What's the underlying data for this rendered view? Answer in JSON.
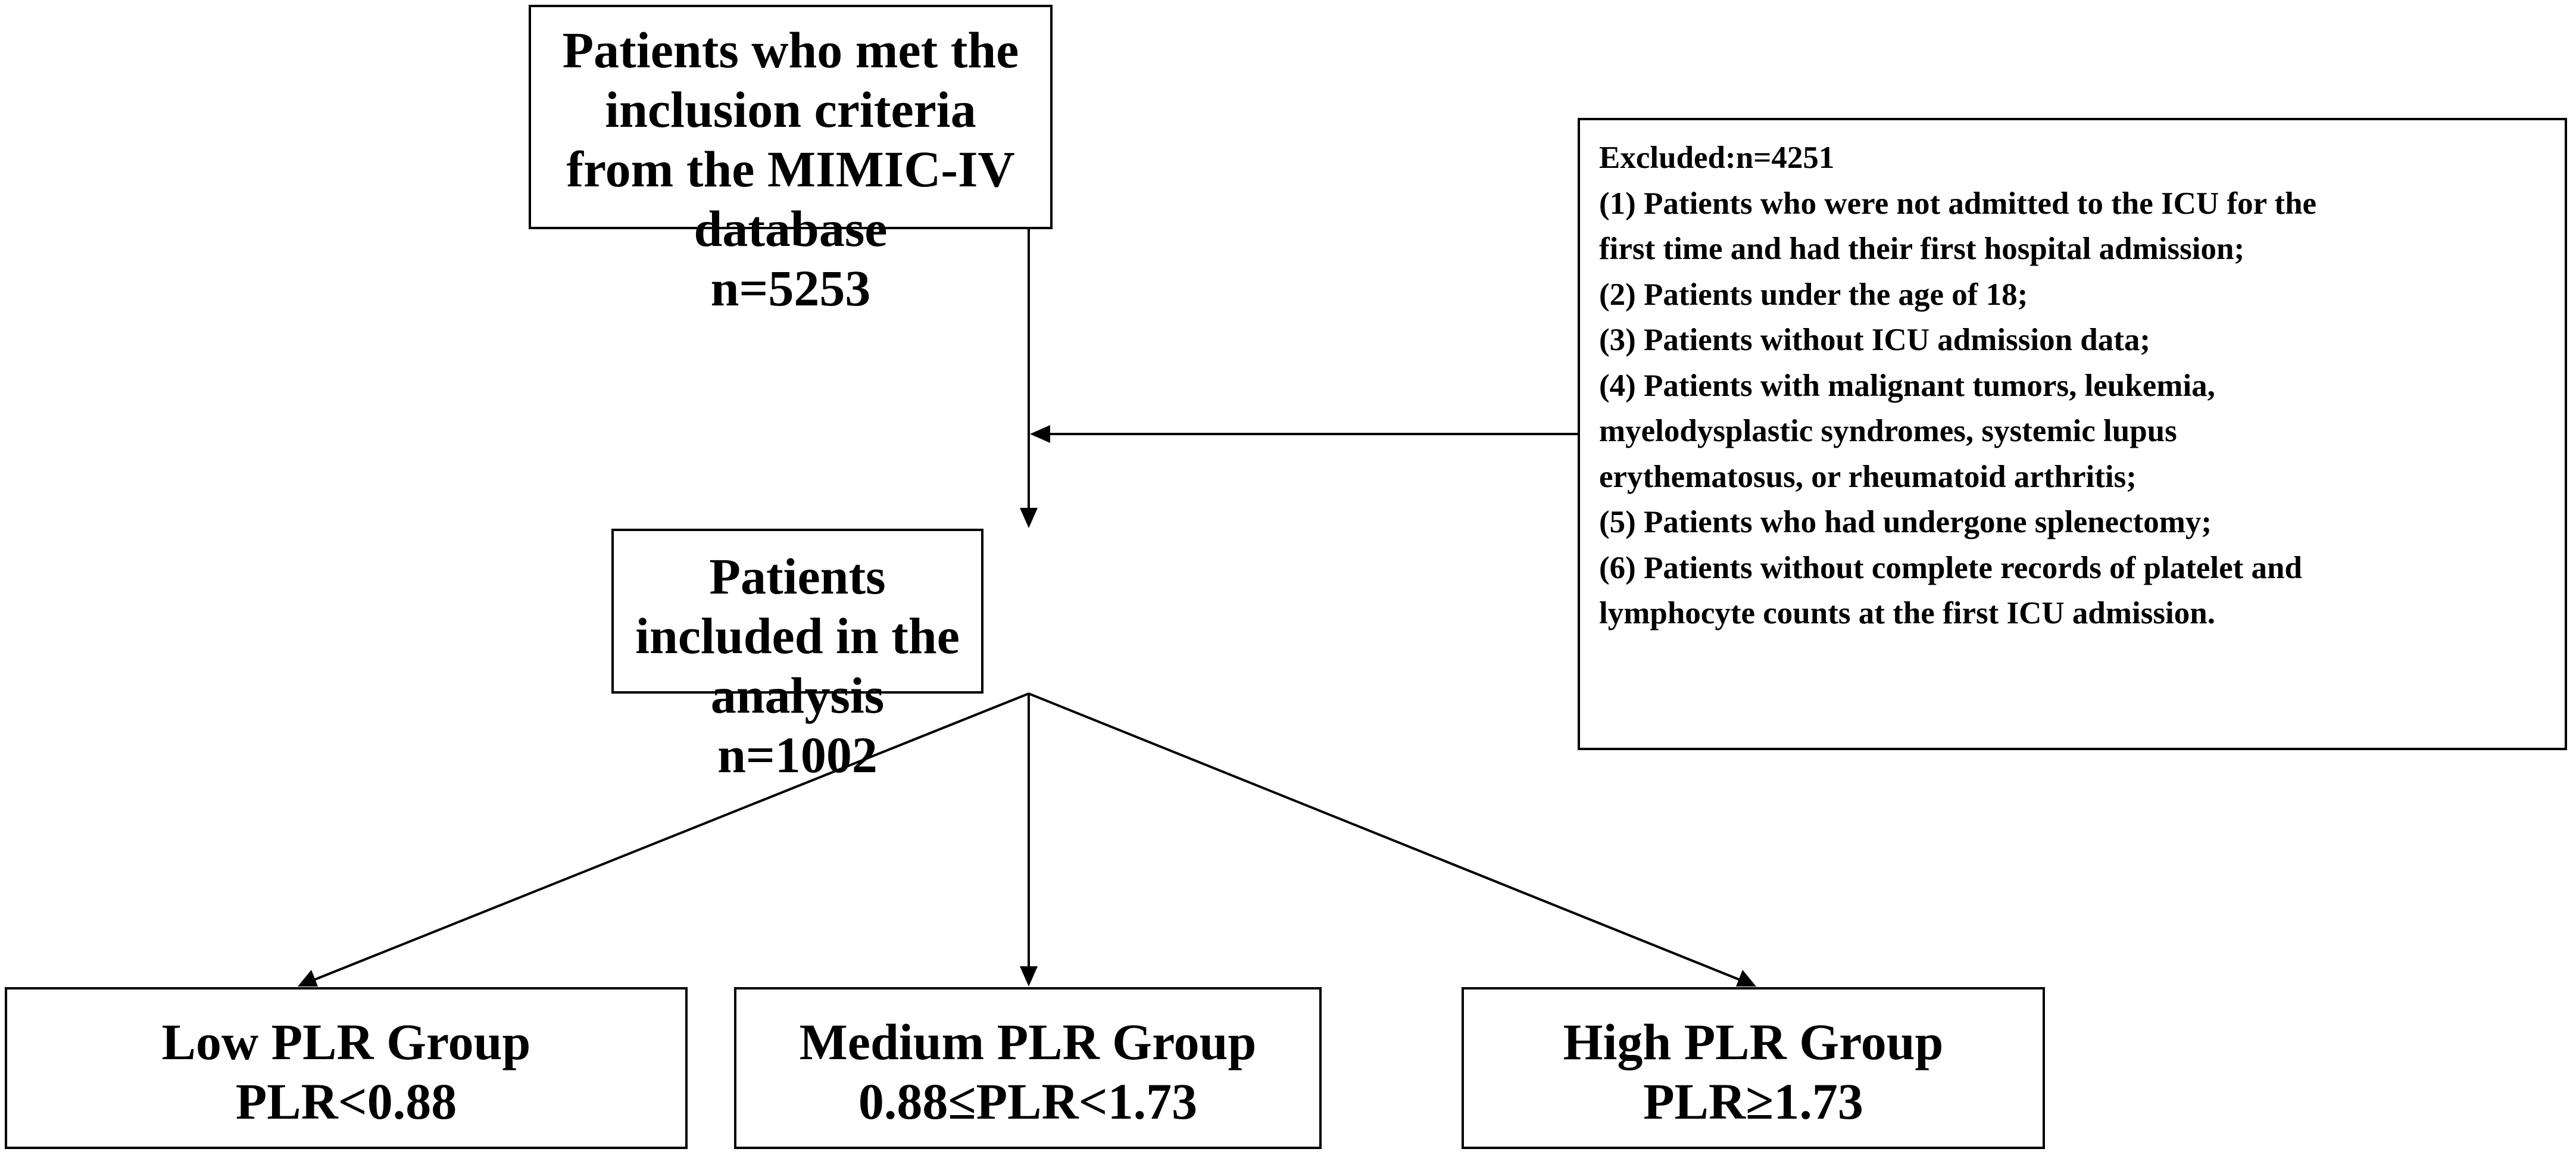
{
  "top_box": {
    "line1": "Patients who met the inclusion criteria",
    "line2": "from the MIMIC-IV database",
    "line3": "n=5253"
  },
  "excluded_box": {
    "title": "Excluded:n=4251",
    "lines": [
      "(1) Patients who were not admitted to the ICU for the",
      "first time and had their first hospital admission;",
      "(2) Patients under the age of 18;",
      "(3) Patients without ICU admission data;",
      "(4) Patients with malignant tumors, leukemia,",
      "myelodysplastic syndromes, systemic lupus",
      "erythematosus, or rheumatoid arthritis;",
      "(5) Patients who had undergone splenectomy;",
      "(6) Patients without complete records of platelet and",
      "lymphocyte counts at the first ICU admission."
    ]
  },
  "analysis_box": {
    "line1": "Patients included in the analysis",
    "line2": "n=1002"
  },
  "groups": [
    {
      "name": "Low PLR Group",
      "criterion": "PLR<0.88"
    },
    {
      "name": "Medium PLR Group",
      "criterion": "0.88≤PLR<1.73"
    },
    {
      "name": "High PLR Group",
      "criterion": "PLR≥1.73"
    }
  ]
}
